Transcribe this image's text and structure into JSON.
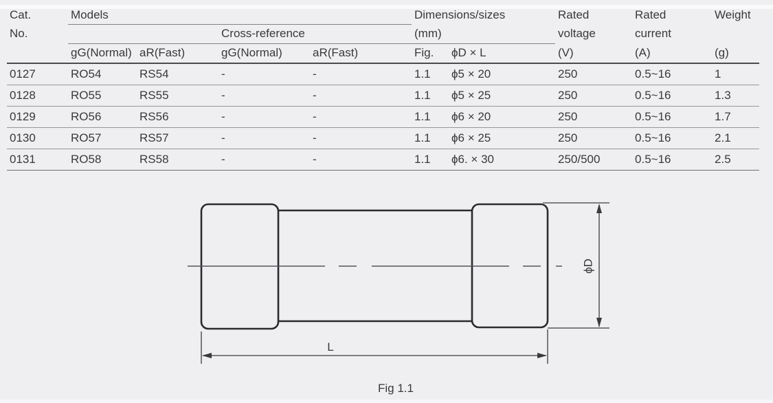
{
  "colors": {
    "background": "#efeff1",
    "text": "#39393d",
    "heavy_line": "#4b4b4f",
    "light_line": "#96969a",
    "diagram_stroke": "#2b2b2f"
  },
  "table": {
    "header": {
      "cat": "Cat.",
      "no": "No.",
      "models": "Models",
      "cross_reference": "Cross-reference",
      "dimensions": "Dimensions/sizes",
      "dimensions_unit": "(mm)",
      "rated_v": "Rated",
      "voltage": "voltage",
      "voltage_unit": "(V)",
      "rated_a": "Rated",
      "current": "current",
      "current_unit": "(A)",
      "weight": "Weight",
      "weight_unit": "(g)",
      "models_gg": "gG(Normal)",
      "models_ar": "aR(Fast)",
      "cross_gg": "gG(Normal)",
      "cross_ar": "aR(Fast)",
      "fig": "Fig.",
      "d_by_l": "ϕD × L"
    },
    "rows": [
      {
        "cat": "0127",
        "gg": "RO54",
        "ar": "RS54",
        "xgg": "-",
        "xar": "-",
        "fig": "1.1",
        "dxl": "ϕ5 × 20",
        "voltage": "250",
        "current": "0.5~16",
        "weight": "1"
      },
      {
        "cat": "0128",
        "gg": "RO55",
        "ar": "RS55",
        "xgg": "-",
        "xar": "-",
        "fig": "1.1",
        "dxl": "ϕ5 × 25",
        "voltage": "250",
        "current": "0.5~16",
        "weight": "1.3"
      },
      {
        "cat": "0129",
        "gg": "RO56",
        "ar": "RS56",
        "xgg": "-",
        "xar": "-",
        "fig": "1.1",
        "dxl": "ϕ6 × 20",
        "voltage": "250",
        "current": "0.5~16",
        "weight": "1.7"
      },
      {
        "cat": "0130",
        "gg": "RO57",
        "ar": "RS57",
        "xgg": "-",
        "xar": "-",
        "fig": "1.1",
        "dxl": "ϕ6 × 25",
        "voltage": "250",
        "current": "0.5~16",
        "weight": "2.1"
      },
      {
        "cat": "0131",
        "gg": "RO58",
        "ar": "RS58",
        "xgg": "-",
        "xar": "-",
        "fig": "1.1",
        "dxl": "ϕ6. × 30",
        "voltage": "250/500",
        "current": "0.5~16",
        "weight": "2.5"
      }
    ]
  },
  "figure": {
    "diameter_label": "ϕD",
    "length_label": "L",
    "caption": "Fig 1.1"
  }
}
